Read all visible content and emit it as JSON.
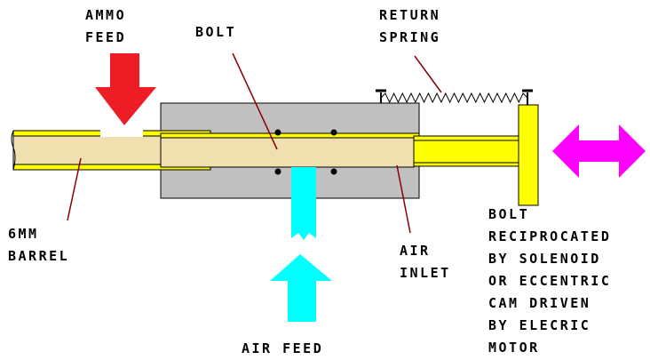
{
  "labels": {
    "ammo_feed": [
      "AMMO",
      "FEED"
    ],
    "bolt": "BOLT",
    "return_spring": [
      "RETURN",
      "SPRING"
    ],
    "barrel": [
      "6MM",
      "BARREL"
    ],
    "air_inlet": [
      "AIR",
      "INLET"
    ],
    "air_feed": "AIR FEED",
    "bolt_note": [
      "BOLT",
      "RECIPROCATED",
      "BY SOLENOID",
      "OR ECCENTRIC",
      "CAM DRIVEN",
      "BY ELECRIC",
      "MOTOR"
    ]
  },
  "colors": {
    "barrel_tube": "#f0e0b0",
    "barrel_wall": "#ffff00",
    "housing": "#c0c0c0",
    "bolt_rod": "#ffff00",
    "ammo_arrow": "#ee1c24",
    "air_arrow": "#00ffff",
    "motion_arrow": "#ff00ff",
    "leader_line": "#8b0000",
    "text": "#000000"
  }
}
